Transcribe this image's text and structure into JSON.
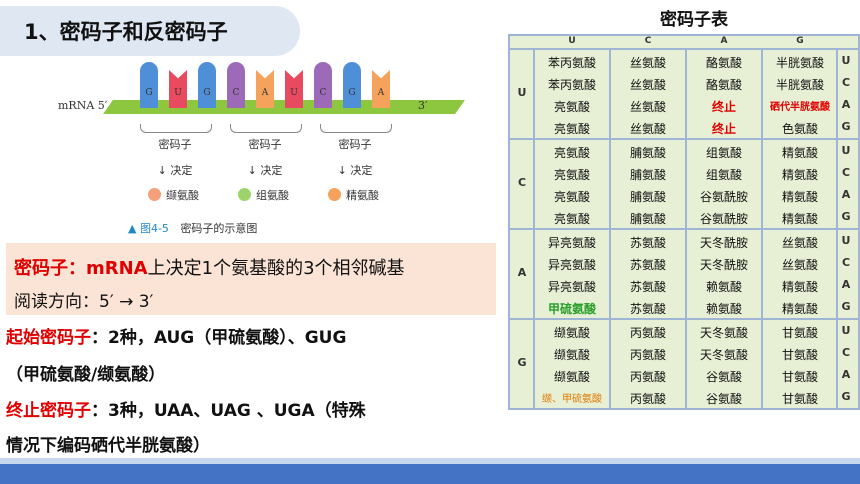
{
  "title": "1、密码子和反密码子",
  "figure": {
    "mrna_label": "mRNA  5′",
    "end_label": "3′",
    "bases": [
      "G",
      "U",
      "G",
      "C",
      "A",
      "U",
      "C",
      "G",
      "A"
    ],
    "base_colors": [
      "#4f8fd8",
      "#e84a5f",
      "#4f8fd8",
      "#9c6ab8",
      "#f5a25d",
      "#e84a5f",
      "#9c6ab8",
      "#4f8fd8",
      "#f5a25d"
    ],
    "codon_label": "密码子",
    "decide_label": "↓ 决定",
    "amino_acids": [
      {
        "name": "缬氨酸",
        "color": "#f4a07a"
      },
      {
        "name": "组氨酸",
        "color": "#9ed36a"
      },
      {
        "name": "精氨酸",
        "color": "#f5a25d"
      }
    ],
    "caption_num": "▲ 图4-5",
    "caption_text": "密码子的示意图"
  },
  "text": {
    "codon_term": "密码子：",
    "codon_def_a": "mRNA",
    "codon_def_b": "上决定1个氨基酸的3个相邻碱基",
    "reading_dir": "阅读方向：5′  →  3′",
    "start_term": "起始密码子",
    "start_def1": "：2种，AUG（甲硫氨酸）、GUG",
    "start_def2": "（甲硫氨酸/缬氨酸）",
    "stop_term": "终止密码子",
    "stop_def1": "：3种，UAA、UAG 、UGA（特殊",
    "stop_def2": "情况下编码硒代半胱氨酸）"
  },
  "table": {
    "title": "密码子表",
    "columns": [
      "U",
      "C",
      "A",
      "G"
    ],
    "third": [
      "U",
      "C",
      "A",
      "G"
    ],
    "blocks": [
      {
        "first": "U",
        "rows": [
          [
            "苯丙氨酸",
            "丝氨酸",
            "酪氨酸",
            "半胱氨酸"
          ],
          [
            "苯丙氨酸",
            "丝氨酸",
            "酪氨酸",
            "半胱氨酸"
          ],
          [
            "亮氨酸",
            "丝氨酸",
            "终止",
            "硒代半胱氨酸"
          ],
          [
            "亮氨酸",
            "丝氨酸",
            "终止",
            "色氨酸"
          ]
        ]
      },
      {
        "first": "C",
        "rows": [
          [
            "亮氨酸",
            "脯氨酸",
            "组氨酸",
            "精氨酸"
          ],
          [
            "亮氨酸",
            "脯氨酸",
            "组氨酸",
            "精氨酸"
          ],
          [
            "亮氨酸",
            "脯氨酸",
            "谷氨酰胺",
            "精氨酸"
          ],
          [
            "亮氨酸",
            "脯氨酸",
            "谷氨酰胺",
            "精氨酸"
          ]
        ]
      },
      {
        "first": "A",
        "rows": [
          [
            "异亮氨酸",
            "苏氨酸",
            "天冬酰胺",
            "丝氨酸"
          ],
          [
            "异亮氨酸",
            "苏氨酸",
            "天冬酰胺",
            "丝氨酸"
          ],
          [
            "异亮氨酸",
            "苏氨酸",
            "赖氨酸",
            "精氨酸"
          ],
          [
            "甲硫氨酸",
            "苏氨酸",
            "赖氨酸",
            "精氨酸"
          ]
        ]
      },
      {
        "first": "G",
        "rows": [
          [
            "缬氨酸",
            "丙氨酸",
            "天冬氨酸",
            "甘氨酸"
          ],
          [
            "缬氨酸",
            "丙氨酸",
            "天冬氨酸",
            "甘氨酸"
          ],
          [
            "缬氨酸",
            "丙氨酸",
            "谷氨酸",
            "甘氨酸"
          ],
          [
            "缬、甲硫氨酸",
            "丙氨酸",
            "谷氨酸",
            "甘氨酸"
          ]
        ]
      }
    ]
  }
}
